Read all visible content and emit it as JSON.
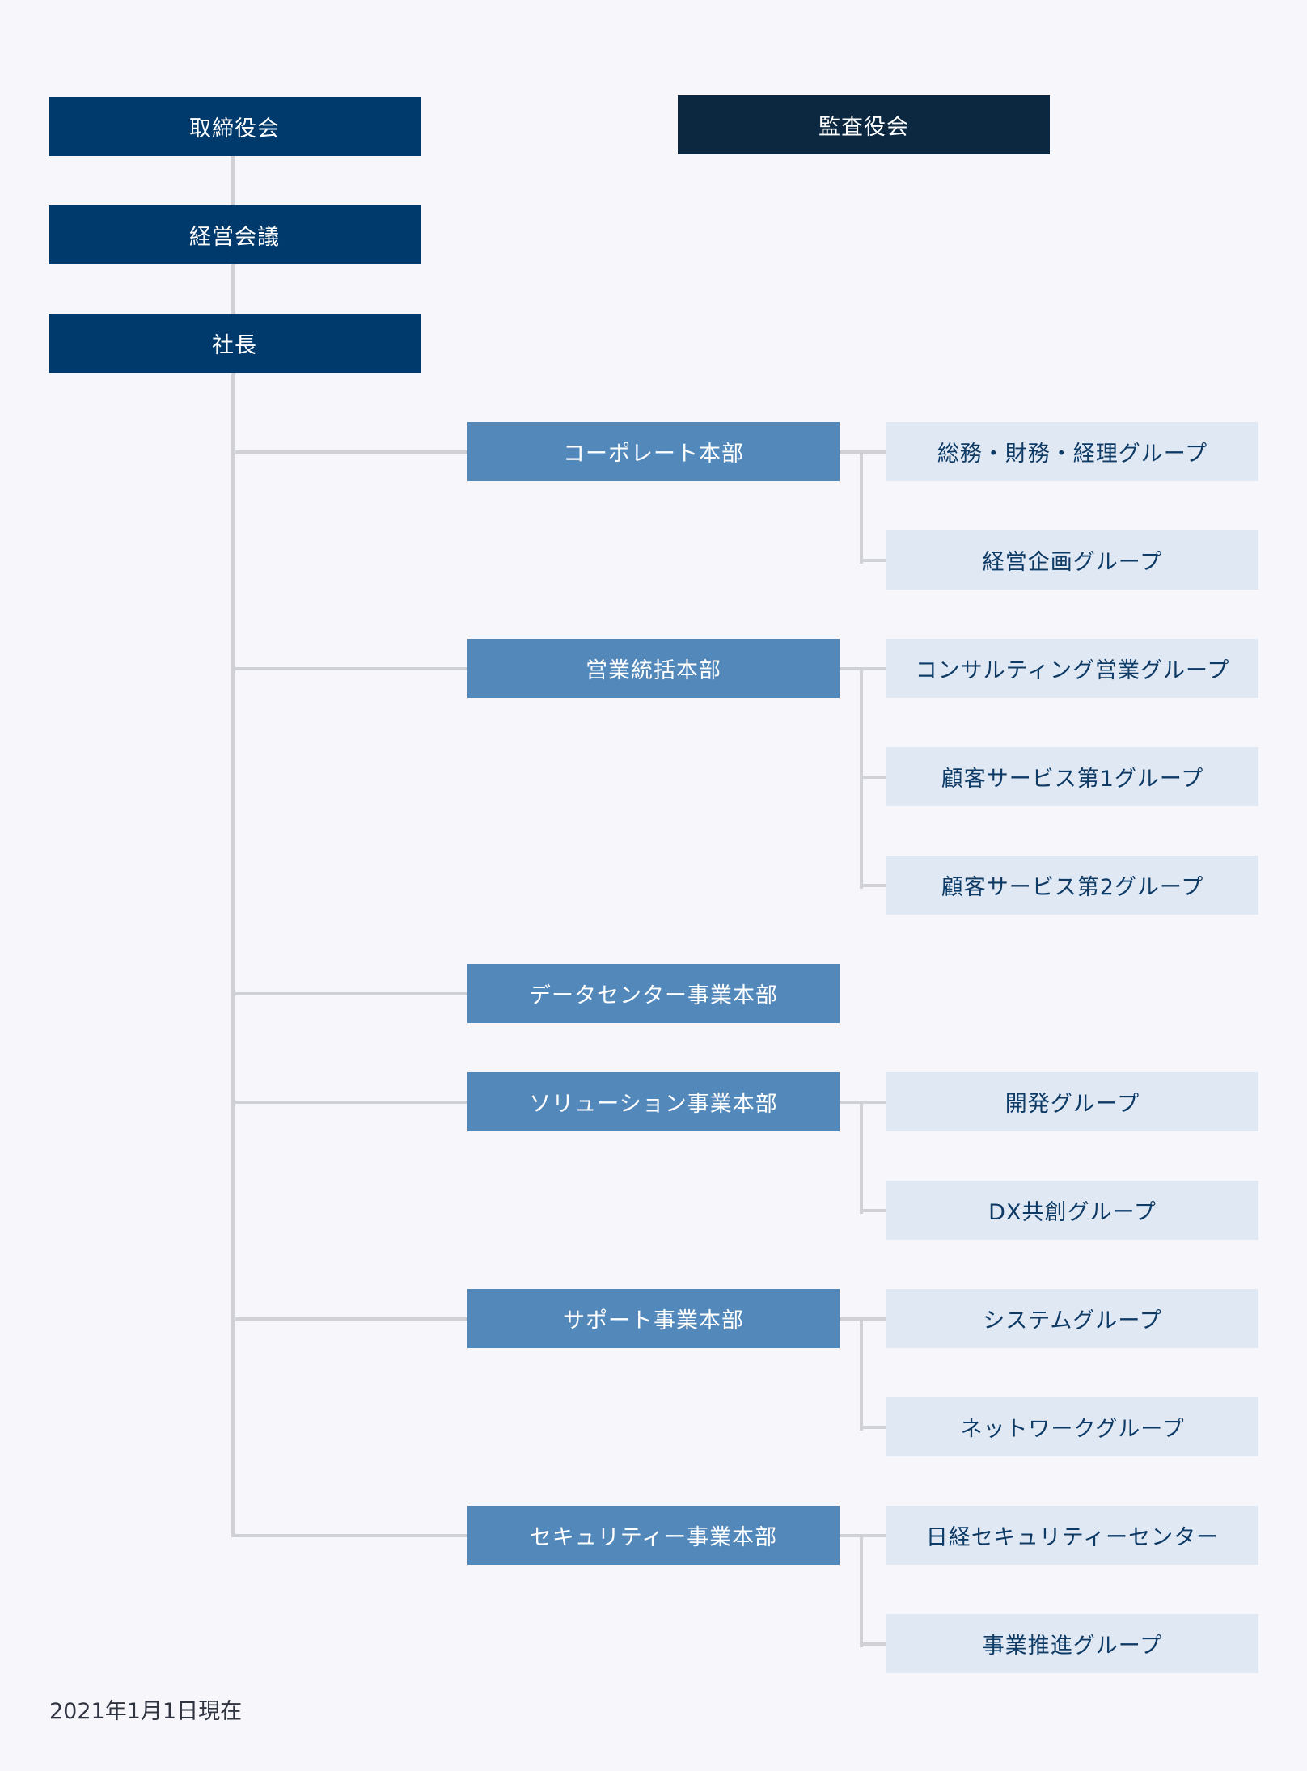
{
  "top": [
    "取締役会",
    "経営会議",
    "社長"
  ],
  "audit": "監査役会",
  "departments": [
    {
      "name": "コーポレート本部",
      "groups": [
        "総務・財務・経理グループ",
        "経営企画グループ"
      ]
    },
    {
      "name": "営業統括本部",
      "groups": [
        "コンサルティング営業グループ",
        "顧客サービス第1グループ",
        "顧客サービス第2グループ"
      ]
    },
    {
      "name": "データセンター事業本部",
      "groups": []
    },
    {
      "name": "ソリューション事業本部",
      "groups": [
        "開発グループ",
        "DX共創グループ"
      ]
    },
    {
      "name": "サポート事業本部",
      "groups": [
        "システムグループ",
        "ネットワークグループ"
      ]
    },
    {
      "name": "セキュリティー事業本部",
      "groups": [
        "日経セキュリティーセンター",
        "事業推進グループ"
      ]
    }
  ],
  "footnote": "2021年1月1日現在"
}
